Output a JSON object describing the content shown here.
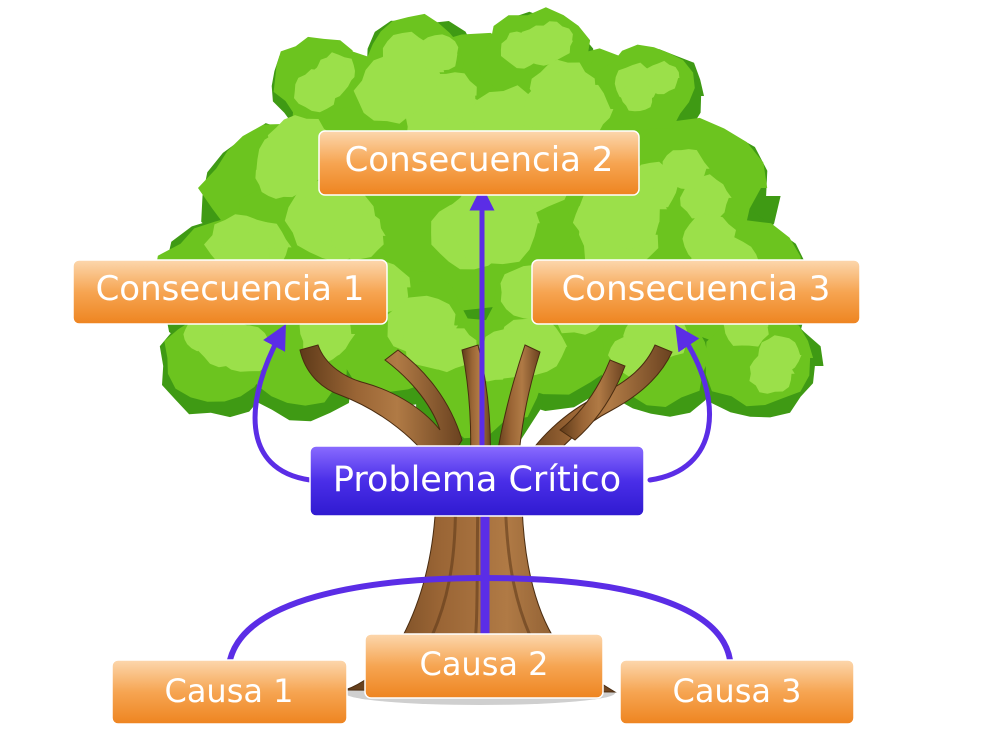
{
  "diagram": {
    "problem": {
      "label": "Problema Crítico"
    },
    "consequences": [
      {
        "label": "Consecuencia 1"
      },
      {
        "label": "Consecuencia 2"
      },
      {
        "label": "Consecuencia 3"
      }
    ],
    "causes": [
      {
        "label": "Causa 1"
      },
      {
        "label": "Causa 2"
      },
      {
        "label": "Causa 3"
      }
    ]
  },
  "colors": {
    "foliage_light": "#9be04a",
    "foliage_mid": "#6cc41f",
    "foliage_dark": "#3f9a14",
    "trunk": "#8b5a2b",
    "trunk_dark": "#5e3a19",
    "trunk_light": "#b07a45",
    "node_orange": "#f28f2a",
    "node_orange_light": "#fcd4a6",
    "problem_blue": "#3a24d8",
    "problem_blue_light": "#7a5cff",
    "arrow": "#5b2de6"
  }
}
